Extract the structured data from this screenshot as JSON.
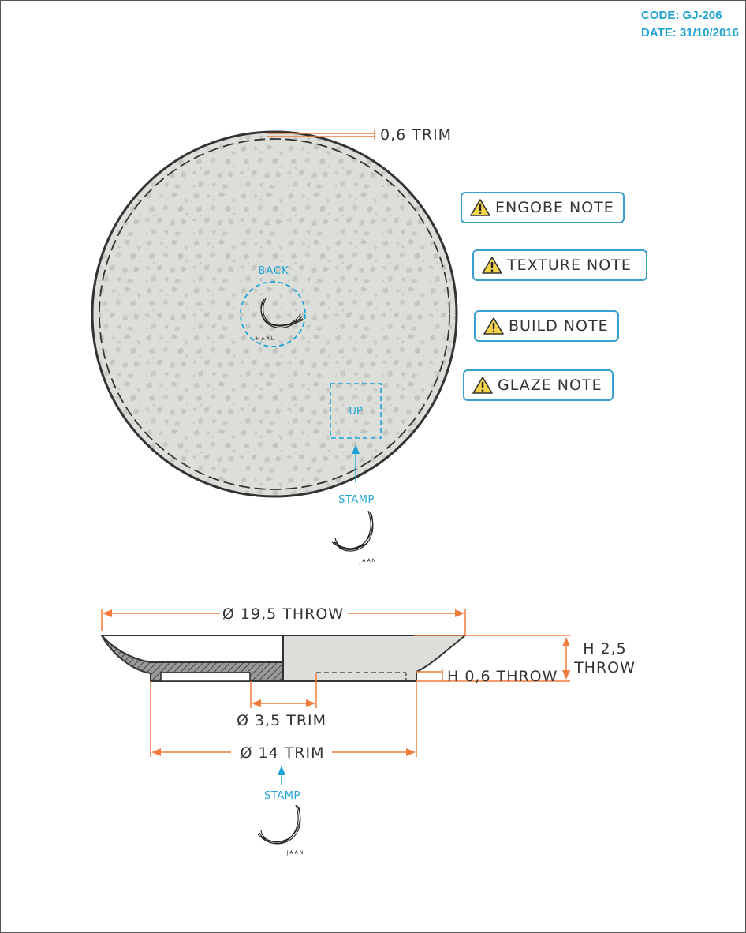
{
  "header": {
    "code": "CODE: GJ-206",
    "date": "DATE: 31/10/2016"
  },
  "notes": [
    {
      "label": "ENGOBE NOTE",
      "icon": "warning-icon"
    },
    {
      "label": "TEXTURE NOTE",
      "icon": "warning-icon"
    },
    {
      "label": "BUILD NOTE",
      "icon": "warning-icon"
    },
    {
      "label": "GLAZE NOTE",
      "icon": "warning-icon"
    }
  ],
  "top_view": {
    "trim_label": "0,6 TRIM",
    "back_label": "BACK",
    "back_stamp_text": "HAAL",
    "up_label": "UP",
    "stamp_label": "STAMP",
    "stamp_text": "JAAN"
  },
  "section_view": {
    "throw_diameter": "Ø 19,5 THROW",
    "height_label_1": "H 2,5",
    "height_label_2": "THROW",
    "foot_height": "H 0,6 THROW",
    "inner_trim": "Ø 3,5 TRIM",
    "foot_trim": "Ø 14 TRIM",
    "stamp_label": "STAMP",
    "stamp_text": "JAAN"
  },
  "colors": {
    "accent_blue": "#1fa3d6",
    "dimension_orange": "#f07c3c",
    "plate_fill": "#dcdfd9",
    "speckle": "#c4c7c2",
    "outline": "#333333"
  }
}
